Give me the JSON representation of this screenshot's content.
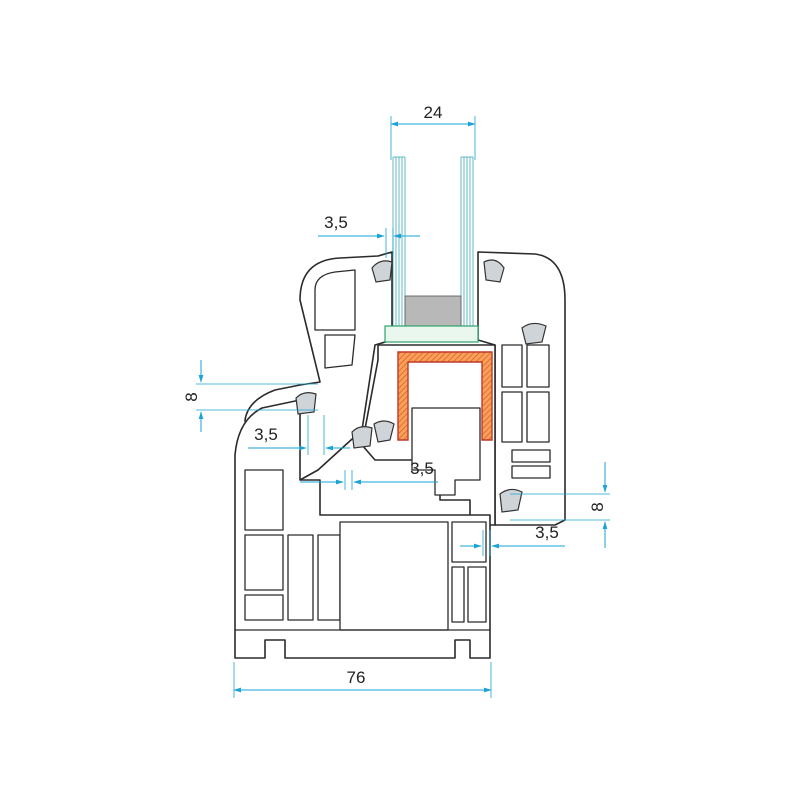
{
  "dimensions": {
    "glazing_width": "24",
    "gasket_top_offset": "3,5",
    "sash_overlap_left": "8",
    "sash_offset_left": "3,5",
    "center_offset": "3,5",
    "frame_overlap_right": "8",
    "frame_offset_right": "3,5",
    "frame_depth": "76"
  },
  "colors": {
    "dimension_line": "#1aa3d4",
    "profile_outline": "#2b2b2b",
    "steel_reinforcement": "#f07b2c",
    "glass": "#39a7b7",
    "glazing_bead": "#2fa36b"
  }
}
